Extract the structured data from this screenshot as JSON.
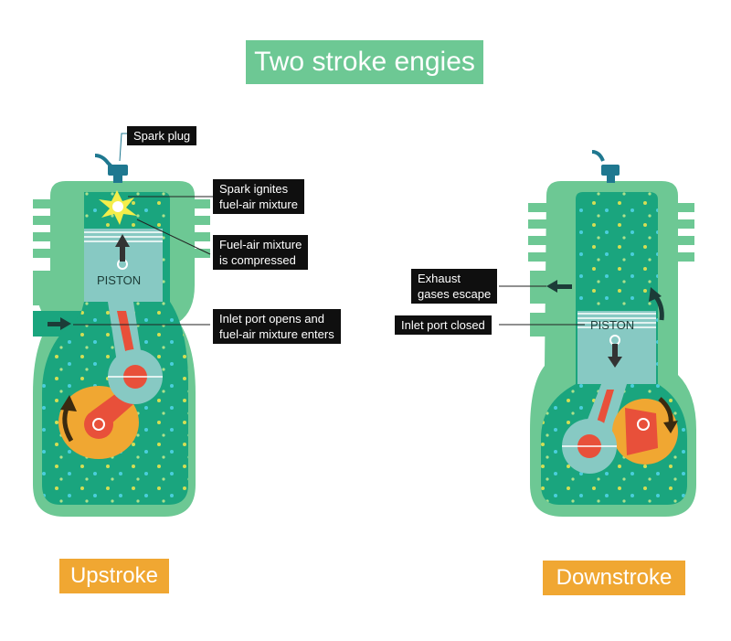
{
  "title": "Two stroke engies",
  "labels": {
    "spark_plug": "Spark plug",
    "spark_ignites_1": "Spark ignites",
    "spark_ignites_2": "fuel-air mixture",
    "compressed_1": "Fuel-air mixture",
    "compressed_2": "is compressed",
    "inlet_open_1": "Inlet port opens and",
    "inlet_open_2": "fuel-air mixture enters",
    "exhaust_1": "Exhaust",
    "exhaust_2": "gases escape",
    "inlet_closed": "Inlet port closed",
    "piston": "PISTON",
    "upstroke": "Upstroke",
    "downstroke": "Downstroke"
  },
  "colors": {
    "casing": "#6dc894",
    "chamber": "#1aa57e",
    "piston": "#87c9c3",
    "rod": "#e8503a",
    "crank": "#f0a732",
    "plug": "#1f7890",
    "callout": "#0f0f0f"
  }
}
